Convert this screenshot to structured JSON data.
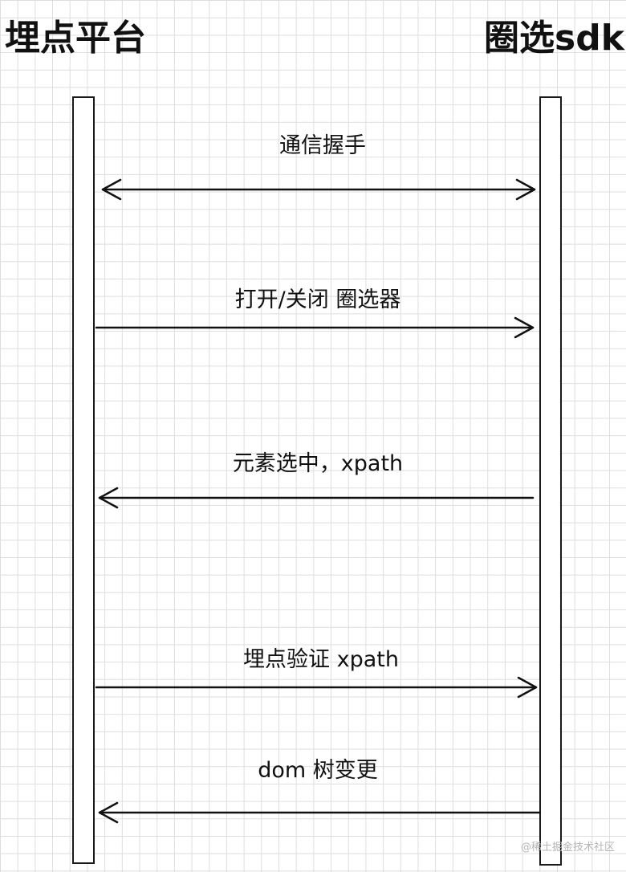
{
  "participants": {
    "left": "埋点平台",
    "right": "圈选sdk"
  },
  "messages": [
    {
      "label": "通信握手",
      "direction": "both"
    },
    {
      "label": "打开/关闭 圈选器",
      "direction": "to-right"
    },
    {
      "label": "元素选中，xpath",
      "direction": "to-left"
    },
    {
      "label": "埋点验证 xpath",
      "direction": "to-right"
    },
    {
      "label": "dom 树变更",
      "direction": "to-left"
    }
  ],
  "watermark": "@稀土掘金技术社区",
  "colors": {
    "line": "#111111",
    "grid": "#dedede",
    "watermark": "#b5b5b5"
  }
}
